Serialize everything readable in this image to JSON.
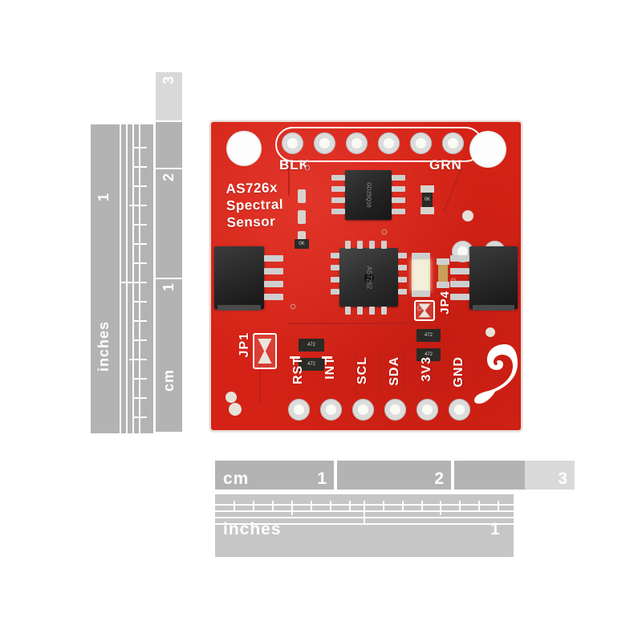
{
  "product": {
    "board_title_line1": "AS726x",
    "board_title_line2": "Spectral",
    "board_title_line3": "Sensor",
    "brand_logo": "sparkfun-flame-logo",
    "board_color": "#d42216",
    "silkscreen_color": "#ffffff"
  },
  "top_header": {
    "left_label": "BLK",
    "right_label": "GRN",
    "pin_count": 6
  },
  "bottom_header": {
    "labels": [
      "RST",
      "INT",
      "SCL",
      "SDA",
      "3V3",
      "GND"
    ],
    "overlined": [
      "RST",
      "INT"
    ],
    "pin_count": 6
  },
  "jumpers": [
    {
      "name": "JP1"
    },
    {
      "name": "JP4"
    }
  ],
  "components": {
    "main_sensor_marking": "AS7262",
    "flash_ic_marking": "GD25Q16",
    "resistor_codes": [
      "472",
      "472"
    ],
    "led_white": "white-led",
    "qwiic_connectors": 2
  },
  "ruler_vertical": {
    "inches_word": "inches",
    "inches_marks": [
      "1"
    ],
    "cm_word": "cm",
    "cm_marks": [
      "1",
      "2",
      "3"
    ]
  },
  "ruler_horizontal": {
    "cm_word": "cm",
    "cm_marks": [
      "1",
      "2",
      "3"
    ],
    "inches_word": "inches",
    "inches_marks": [
      "1"
    ]
  }
}
